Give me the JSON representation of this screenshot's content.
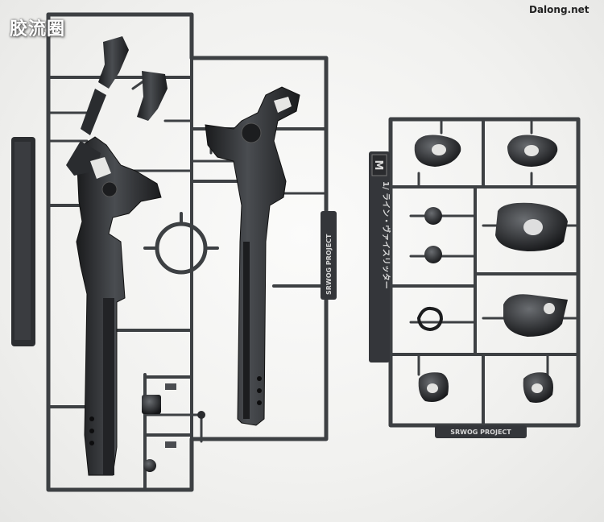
{
  "watermarks": {
    "site_cn": "胶流圈",
    "site_en": "Dalong.net"
  },
  "sprue_tags": {
    "left_runner_label": "SRWOG PROJECT",
    "right_runner_label": "SRWOG PROJECT",
    "right_runner_name": "1/ ライン・ヴァイスリッター",
    "right_runner_letter": "M"
  },
  "colors": {
    "background": "#f3f3f1",
    "plastic": "#3d4043",
    "plastic_dark": "#1c1d1f"
  }
}
